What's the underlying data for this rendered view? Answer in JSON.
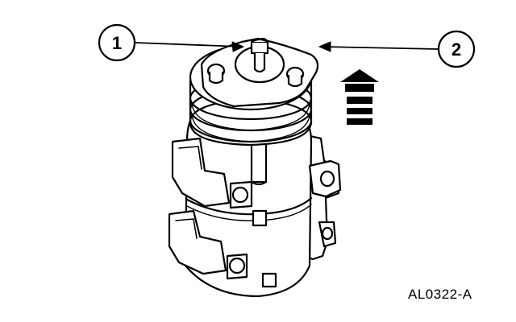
{
  "figure": {
    "id_label": "AL0322-A",
    "callouts": [
      {
        "number": "1"
      },
      {
        "number": "2"
      }
    ]
  },
  "icons": {
    "direction_arrow": "up-arrow-icon",
    "subject": "ac-compressor-illustration"
  },
  "colors": {
    "ink": "#000000",
    "paper": "#ffffff"
  }
}
